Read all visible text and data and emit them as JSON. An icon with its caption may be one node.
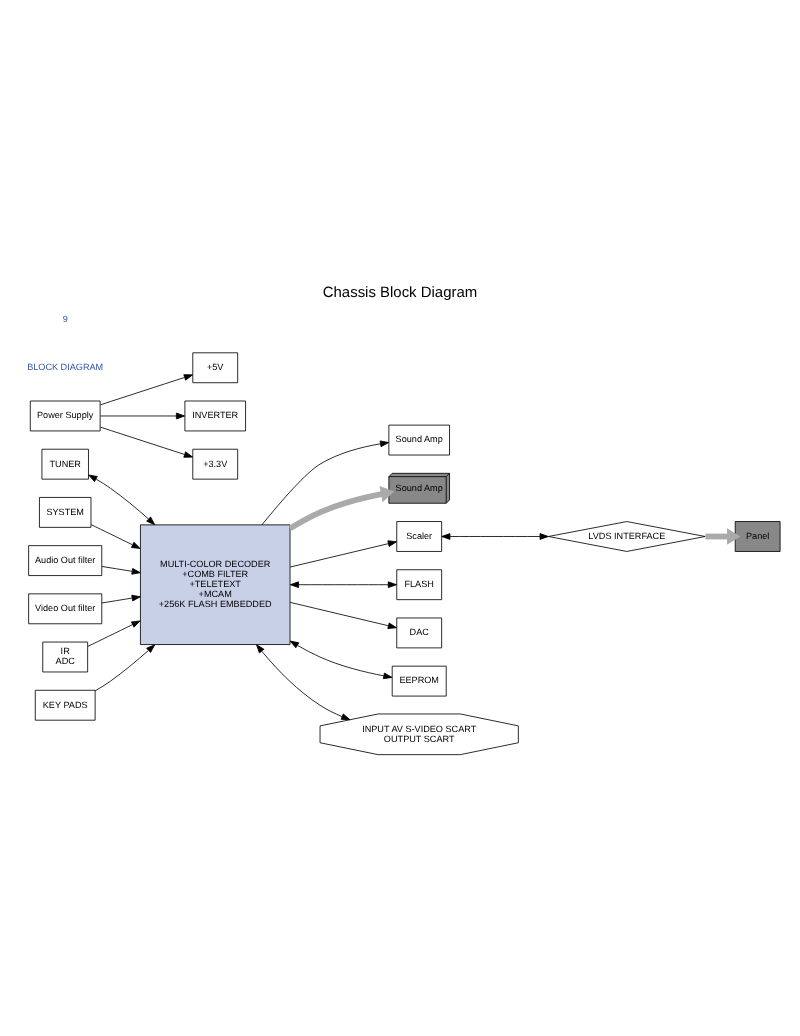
{
  "diagram": {
    "title": "Chassis Block Diagram",
    "nodes": [
      {
        "text": [
          "MULTI-COLOR DECODER +COMB FILTER +TELETEXT +MCAM +256K FLASH EMBEDDED"
        ]
      },
      {
        "text": [
          "TUNER"
        ]
      },
      {
        "text": [
          "Sound Amp"
        ]
      },
      {
        "text": [
          "Sound Amp"
        ]
      },
      {
        "text": [
          "Scaler"
        ]
      },
      {
        "text": [
          "LVDS INTERFACE"
        ]
      },
      {
        "text": [
          "Panel"
        ]
      },
      {
        "text": [
          "FLASH"
        ]
      },
      {
        "text": [
          "DAC"
        ]
      },
      {
        "text": [
          "SYSTEM"
        ]
      },
      {
        "text": [
          "EEPROM"
        ]
      },
      {
        "text": [
          "INPUT AV S-VIDEO SCART",
          "OUTPUT SCART"
        ]
      },
      {
        "text": [
          "Power Supply"
        ]
      },
      {
        "text": [
          "+5V"
        ]
      },
      {
        "text": [
          "INVERTER"
        ]
      },
      {
        "text": [
          "+3.3V"
        ]
      },
      {
        "text": [
          "Audio Out filter"
        ]
      },
      {
        "text": [
          "Video Out filter"
        ]
      },
      {
        "text": [
          "IR",
          "ADC"
        ]
      },
      {
        "text": [
          "KEY PADS"
        ]
      }
    ],
    "edges": [
      {
        "from": 1,
        "to": 0,
        "arrow": "both"
      },
      {
        "from": 0,
        "to": 2,
        "arrow": "to"
      },
      {
        "from": 0,
        "to": 3,
        "arrow": "to",
        "style": "thick",
        "color": "#aaaaaa"
      },
      {
        "from": 0,
        "to": 4,
        "arrow": "to"
      },
      {
        "from": 4,
        "to": 5,
        "arrow": "both"
      },
      {
        "from": 5,
        "to": 6,
        "arrow": "to",
        "style": "thick",
        "color": "#aaaaaa"
      },
      {
        "from": 0,
        "to": 7,
        "arrow": "both"
      },
      {
        "from": 0,
        "to": 8,
        "arrow": "to"
      },
      {
        "from": 9,
        "to": 0,
        "arrow": "to"
      },
      {
        "from": 0,
        "to": 10,
        "arrow": "both"
      },
      {
        "from": 0,
        "to": 11,
        "arrow": "both"
      },
      {
        "from": 12,
        "to": 13,
        "arrow": "to"
      },
      {
        "from": 12,
        "to": 14,
        "arrow": "to"
      },
      {
        "from": 12,
        "to": 15,
        "arrow": "to"
      },
      {
        "from": 16,
        "to": 0,
        "arrow": "to"
      },
      {
        "from": 17,
        "to": 0,
        "arrow": "to"
      },
      {
        "from": 18,
        "to": 0,
        "arrow": "to"
      },
      {
        "from": 19,
        "to": 0,
        "arrow": "to"
      }
    ],
    "labels": [
      "BLOCK DIAGRAM",
      "9"
    ]
  }
}
